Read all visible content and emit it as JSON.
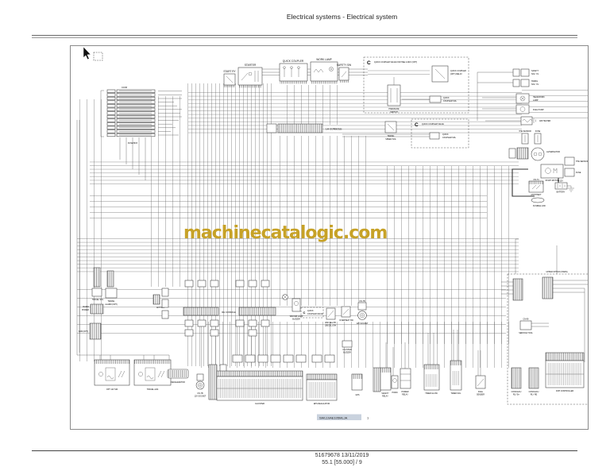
{
  "header": {
    "title": "Electrical systems - Electrical system"
  },
  "watermark": {
    "text": "machinecatalogic.com",
    "color": "#C7A227"
  },
  "footer": {
    "doc": "51679678",
    "date": "13/11/2019",
    "page": "55.1 [55.000] / 9"
  },
  "diagram": {
    "sheet_ref": "SWL10AE105MLJA",
    "sheet_no": "1",
    "labels": {
      "fuse_cn": "CN-58",
      "fuse_box": "FUSE BOX",
      "start_ry": "START RY",
      "starter": "STARTER",
      "quick_coupler": "QUICK COUPLER",
      "work_lamp": "WORK LAMP",
      "safety_sw": "SAFETY SW",
      "lh_console": "LH CONSOLE",
      "c": "C",
      "qc1_title": "QUICK COUPLER VALVE FOR H&E 2-WAY (OPT)",
      "qc_relay1": "QUICK COUPLER",
      "qc_relay2": "(OPT) RELAY",
      "press1": "PRESSURE",
      "press2": "SWITCH",
      "qc_sol1": "QUICK",
      "qc_sol2": "COUPLER SOL",
      "qc2_title": "QUICK COUPLER VALVE",
      "tss1": "TRAVEL",
      "tss2": "SPEED SOL",
      "safety_sol1": "SAFETY",
      "safety_sol2": "SOL Y/V",
      "swing_sol1": "SWING",
      "swing_sol2": "SOL Y/V",
      "hw1": "HEAD/WORK",
      "hw2": "LAMP",
      "fuel_pump": "FUEL PUMP",
      "air_heater": "AIR HEATER",
      "the_sensor": "THE SENSOR",
      "fuse": "FUSE",
      "alternator": "ALTERNATOR",
      "start_motor": "START MOTOR",
      "p12": "+12V",
      "battery": "BATTERY",
      "cn74": "CN-74",
      "antitheft": "ANTITHEFT",
      "fusible_link": "FUSIBLE LINK",
      "travel_sol": "TRAVEL SOL",
      "ta1": "TRAVEL",
      "ta2": "ALARM (OPT)",
      "ant_spk": "ANT SPK",
      "radio1": "RADIO",
      "radio2": "POWER",
      "cab_opt": "CAB (OPT)",
      "rh_console": "RH CONSOLE",
      "wb1": "WK/CAB LAMP",
      "wb2": "BUZZER",
      "qc3_1": "QUICK",
      "qc3_2": "COUPLER VALVE",
      "decel1": "2ND SEL PB",
      "decel2": "(DECEL) SW",
      "overheat": "OVERHEAT SW",
      "cn7b": "CN-7B",
      "socket12v": "12V SOCKET",
      "opt12v": "OPT 12V SW",
      "travel_alm": "TRAVEL ALM",
      "decelerator": "DECELERATOR",
      "cluster": "CLUSTER",
      "eps": "EPS REGULATOR",
      "cb1": "CLUSTER",
      "cb2": "BUZZER",
      "gps": "GPS",
      "sr1": "SAFETY",
      "sr2": "RELAY",
      "horn": "HORN",
      "pr1": "POWER",
      "pr2": "RELAY",
      "timer_glow": "TIMER GLOW",
      "timer_sol": "TIMER SOL",
      "fs1": "FUEL",
      "fs2": "SENDER",
      "cn99": "CN-99",
      "service_tool": "SERVICE TOOL",
      "cer1a": "CONN ECU",
      "cer1b": "RLY B+",
      "cer2a": "CONN ECU",
      "cer2b": "RLY RE",
      "cnh": "CNH CONTROLLER",
      "upper_option": "UPPER OPTION (HARN)"
    }
  }
}
